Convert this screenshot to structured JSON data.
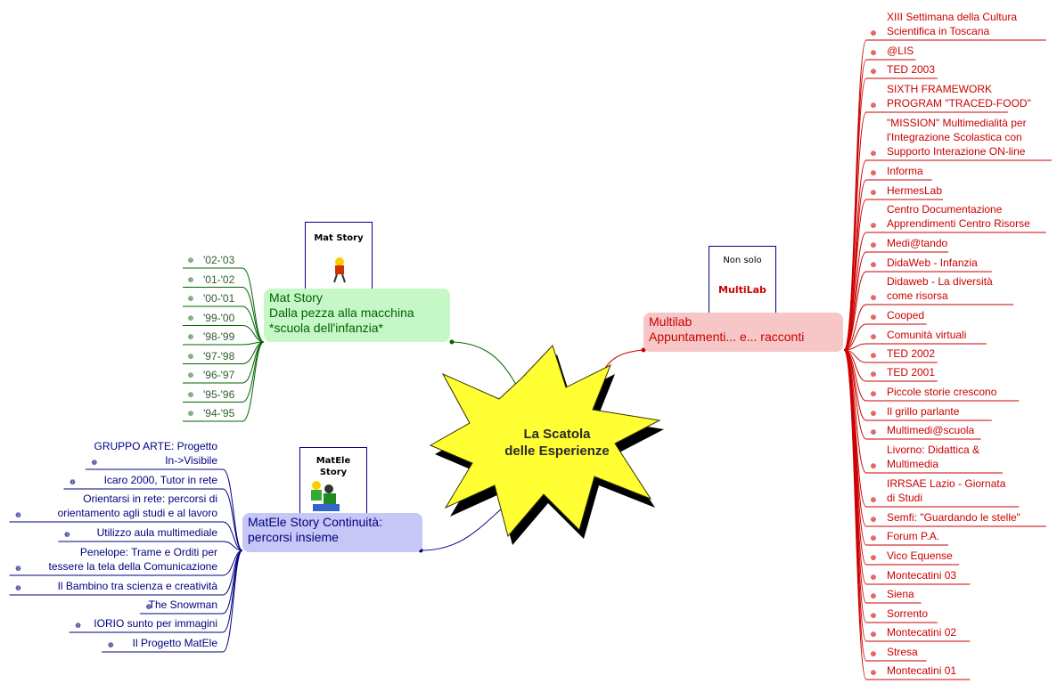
{
  "central": {
    "line1": "La Scatola",
    "line2": "delle Esperienze"
  },
  "mat_story": {
    "lines": [
      "Mat Story",
      "Dalla pezza alla macchina",
      "*scuola dell'infanzia*"
    ],
    "image_caption": "Mat Story",
    "years": [
      "'02-'03",
      "'01-'02",
      "'00-'01",
      "'99-'00",
      "'98-'99",
      "'97-'98",
      "'96-'97",
      "'95-'96",
      "'94-'95"
    ],
    "color": "#006400",
    "bg": "#c6f7c6"
  },
  "matele": {
    "lines": [
      "MatEle Story Continuità:",
      "percorsi insieme"
    ],
    "image_caption": [
      "MatEle",
      "Story"
    ],
    "items": [
      [
        "GRUPPO ARTE: Progetto",
        "In->Visibile"
      ],
      [
        "Icaro 2000, Tutor in rete"
      ],
      [
        "Orientarsi in rete: percorsi di",
        "orientamento agli studi e al lavoro"
      ],
      [
        "Utilizzo aula multimediale"
      ],
      [
        "Penelope: Trame e Orditi per",
        "tessere la tela della Comunicazione"
      ],
      [
        "Il Bambino tra scienza e creatività"
      ],
      [
        "The Snowman"
      ],
      [
        "IORIO sunto per immagini"
      ],
      [
        "Il Progetto MatEle"
      ]
    ],
    "color": "#000080",
    "bg": "#c6c6f7"
  },
  "multilab": {
    "lines": [
      "Multilab",
      "Appuntamenti... e... racconti"
    ],
    "image_caption": [
      "Non solo",
      "MultiLab"
    ],
    "items": [
      [
        "XIII Settimana della Cultura",
        "Scientifica in Toscana"
      ],
      [
        "@LIS"
      ],
      [
        "TED 2003"
      ],
      [
        "SIXTH FRAMEWORK",
        "PROGRAM \"TRACED-FOOD\""
      ],
      [
        "\"MISSION\" Multimedialità per",
        "l'Integrazione Scolastica con",
        "Supporto Interazione ON-line"
      ],
      [
        "Informa"
      ],
      [
        "HermesLab"
      ],
      [
        "Centro Documentazione",
        "Apprendimenti Centro Risorse"
      ],
      [
        "Medi@tando"
      ],
      [
        "DidaWeb - Infanzia"
      ],
      [
        "Didaweb - La diversità",
        "come risorsa"
      ],
      [
        "Cooped"
      ],
      [
        "Comunità virtuali"
      ],
      [
        "TED 2002"
      ],
      [
        "TED 2001"
      ],
      [
        "Piccole storie crescono"
      ],
      [
        "Il grillo parlante"
      ],
      [
        "Multimedi@scuola"
      ],
      [
        "Livorno: Didattica &",
        "Multimedia"
      ],
      [
        "IRRSAE Lazio - Giornata",
        "di Studi"
      ],
      [
        "Semfi: \"Guardando le stelle\""
      ],
      [
        "Forum P.A."
      ],
      [
        "Vico Equense"
      ],
      [
        "Montecatini 03"
      ],
      [
        "Siena"
      ],
      [
        "Sorrento"
      ],
      [
        "Montecatini 02"
      ],
      [
        "Stresa"
      ],
      [
        "Montecatini 01"
      ]
    ],
    "color": "#cc0000",
    "bg": "#f7c6c6"
  },
  "colors": {
    "burst": "#ffff33",
    "burst_outline": "#333300",
    "shadow": "#000000"
  }
}
